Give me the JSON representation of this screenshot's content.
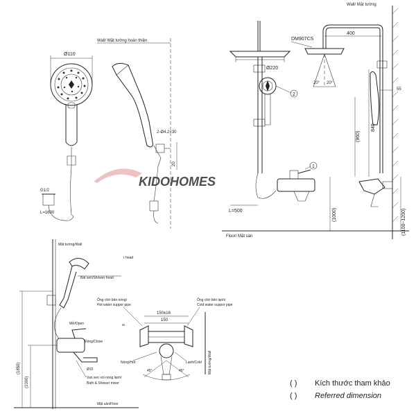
{
  "watermark": "KIDOHOMES",
  "top_left": {
    "wall_label": "Wall/ Mặt tường hoàn thiện",
    "diameter": "Ø110",
    "screw_label": "2-Ø4.2×30",
    "dim_20": "20",
    "g_label": "G1/2",
    "hose_length": "L=1600"
  },
  "top_right": {
    "wall_label": "Wall/ Mặt tường",
    "model": "DM907CS",
    "dim_400": "400",
    "dim_220": "Ø220",
    "angle_left": "20°",
    "angle_right": "20°",
    "dim_55": "55",
    "dim_960": "(960)",
    "dim_840": "840",
    "dim_1100_1200": "(1100~1200)",
    "dim_1000": "(1000)",
    "hose_length": "L=500",
    "floor_label": "Floor/ Mặt sàn",
    "callout_1": "1",
    "callout_2": "2"
  },
  "bottom_left": {
    "wall_label": "Mặt tường/Wall",
    "head_label": "r head",
    "shower_head": "Bát sen/Shower head",
    "open_label": "Mở/Open",
    "close_label": "Đóng/Close",
    "dim_1850": "(1850)",
    "dim_1000": "(1000)",
    "dim_15": "Ø15",
    "mixer_label_vi": "Van sen vòi nóng lạnh/",
    "mixer_label_en": "Bath & Shower mixer",
    "floor_label": "Mặt sàn/Floor"
  },
  "bottom_center": {
    "hot_pipe_vi": "Ống chờ bên nóng/",
    "hot_pipe_en": "Hot water suppor pipe",
    "cold_pipe_vi": "Ống chờ bên lạnh/",
    "cold_pipe_en": "Cold water suppor pipe",
    "dim_150_16": "150±16",
    "dim_150": "150",
    "dim_8": "8",
    "hot_label": "Nóng/Hot",
    "cold_label": "Lạnh/Cold",
    "angle_45_left": "45°",
    "angle_45_right": "45°",
    "wall_vertical": "Mặt tường/Wall"
  },
  "legend": {
    "bracket": "(     )",
    "vi": "Kích thước tham khảo",
    "en": "Referred dimension"
  }
}
